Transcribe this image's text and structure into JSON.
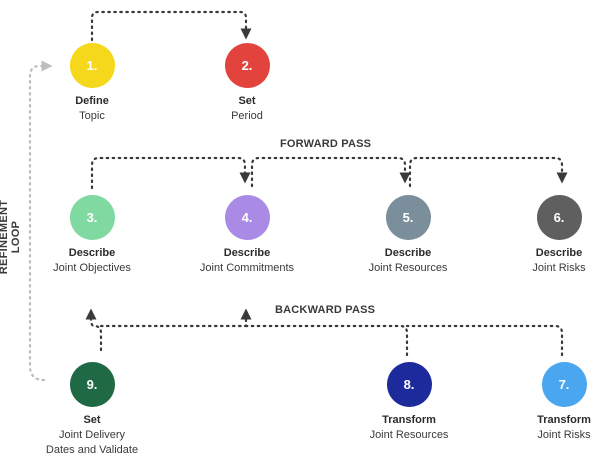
{
  "steps": [
    {
      "number": "1.",
      "verb": "Define",
      "desc_lines": [
        "Topic"
      ],
      "color": "#f5d81c"
    },
    {
      "number": "2.",
      "verb": "Set",
      "desc_lines": [
        "Period"
      ],
      "color": "#e2443d"
    },
    {
      "number": "3.",
      "verb": "Describe",
      "desc_lines": [
        "Joint Objectives"
      ],
      "color": "#7fd9a0"
    },
    {
      "number": "4.",
      "verb": "Describe",
      "desc_lines": [
        "Joint Commitments"
      ],
      "color": "#a98be6"
    },
    {
      "number": "5.",
      "verb": "Describe",
      "desc_lines": [
        "Joint Resources"
      ],
      "color": "#7b8e9b"
    },
    {
      "number": "6.",
      "verb": "Describe",
      "desc_lines": [
        "Joint Risks"
      ],
      "color": "#5f5f5f"
    },
    {
      "number": "7.",
      "verb": "Transform",
      "desc_lines": [
        "Joint Risks"
      ],
      "color": "#4aa6ee"
    },
    {
      "number": "8.",
      "verb": "Transform",
      "desc_lines": [
        "Joint Resources"
      ],
      "color": "#1c2a9c"
    },
    {
      "number": "9.",
      "verb": "Set",
      "desc_lines": [
        "Joint Delivery",
        "Dates and Validate"
      ],
      "color": "#1f6a45"
    }
  ],
  "labels": {
    "forward_pass": "FORWARD PASS",
    "backward_pass": "BACKWARD PASS",
    "refinement_loop": "REFINEMENT LOOP"
  },
  "colors": {
    "connector": "#3a3a3a",
    "loop_connector": "#bdbdbd"
  }
}
